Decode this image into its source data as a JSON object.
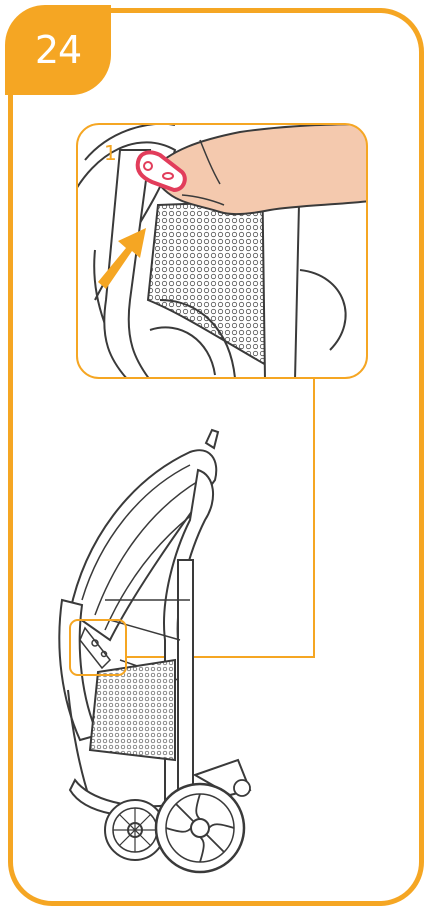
{
  "step": {
    "number": "24"
  },
  "callout": {
    "marker": "1"
  },
  "colors": {
    "accent": "#F5A623",
    "highlight": "#E23D5B",
    "line": "#3a3a3a",
    "skin": "#F4C9AE",
    "frame_gray": "#e8e8e8"
  },
  "icons": {
    "arrow": "up-right-arrow",
    "lever": "release-lever"
  }
}
